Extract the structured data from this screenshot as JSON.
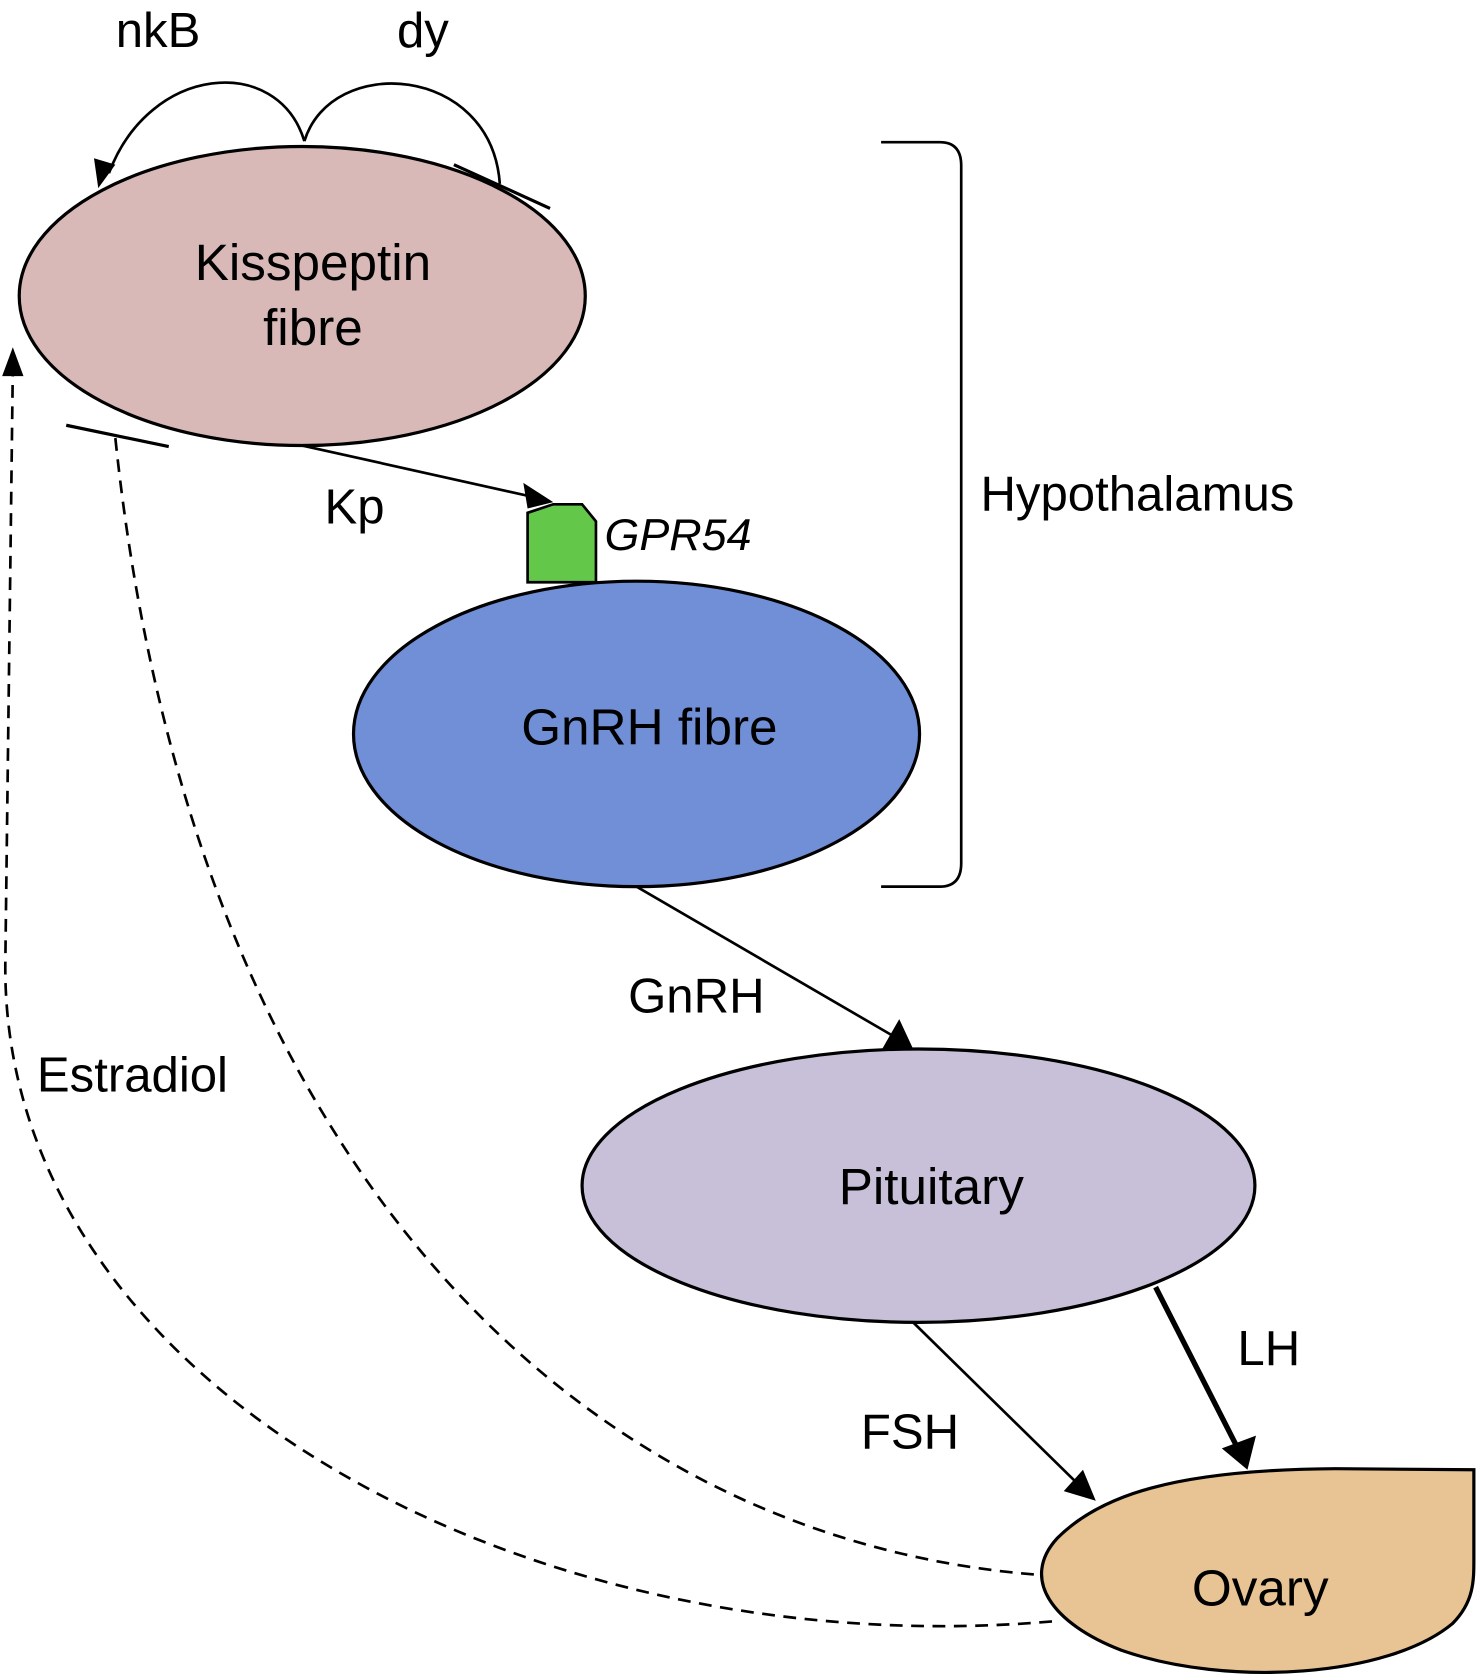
{
  "nodes": {
    "kisspeptin": {
      "line1": "Kisspeptin",
      "line2": "fibre",
      "color": "#d8b9b7"
    },
    "gnrh": {
      "label": "GnRH fibre",
      "color": "#708fd6"
    },
    "pituitary": {
      "label": "Pituitary",
      "color": "#c8c0d9"
    },
    "ovary": {
      "label": "Ovary",
      "color": "#e8c494"
    },
    "gpr54": {
      "label": "GPR54",
      "color": "#63c84a"
    }
  },
  "edges": {
    "nkb": "nkB",
    "dy": "dy",
    "kp": "Kp",
    "gnrh": "GnRH",
    "fsh": "FSH",
    "lh": "LH",
    "estradiol": "Estradiol"
  },
  "regions": {
    "hypothalamus": "Hypothalamus"
  }
}
